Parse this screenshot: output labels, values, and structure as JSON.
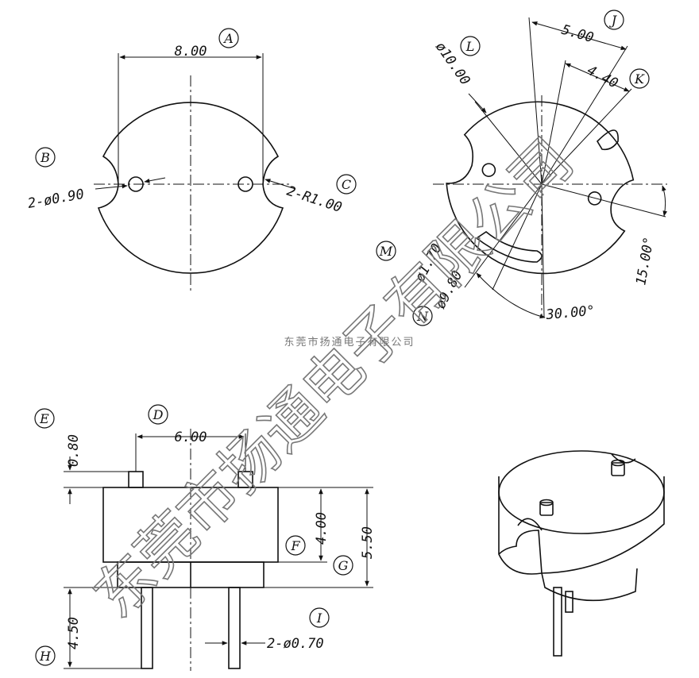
{
  "watermark": {
    "small_text": "东莞市扬通电子有限公司",
    "big_text": "东莞市扬通电子有限公司"
  },
  "top_view": {
    "dim_width": "8.00",
    "label_width": "A",
    "label_notch": "B",
    "label_radius": "C",
    "hole_callout": "2-ø0.90",
    "radius_callout": "2-R1.00"
  },
  "rotated_view": {
    "dim_j": "5.00",
    "label_j": "J",
    "dim_k": "4.40",
    "label_k": "K",
    "dim_l": "ø10.00",
    "label_l": "L",
    "dim_m": "ø1.70",
    "label_m": "M",
    "dim_n": "ø9.80",
    "label_n": "N",
    "angle_30": "30.00°",
    "angle_15": "15.00°"
  },
  "side_view": {
    "dim_pin_spacing": "6.00",
    "label_pin_spacing": "D",
    "dim_pin_top": "0.80",
    "label_pin_top": "E",
    "dim_body_height": "4.00",
    "label_body_height": "F",
    "dim_total_height": "5.50",
    "label_total_height": "G",
    "dim_lead_length": "4.50",
    "label_lead_length": "H",
    "lead_callout": "2-ø0.70",
    "label_lead": "I"
  }
}
